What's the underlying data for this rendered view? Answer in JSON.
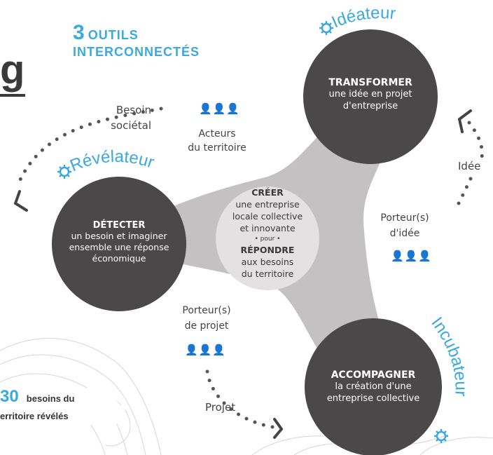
{
  "header": {
    "number": "3",
    "line1": "OUTILS",
    "line2": "INTERCONNECTÉS",
    "left_fragment": "g"
  },
  "roles": {
    "ideateur": "Idéateur",
    "revelateur": "Révélateur",
    "incubateur": "Incubateur"
  },
  "steps": {
    "transformer": {
      "title": "TRANSFORMER",
      "lines": [
        "une idée en projet",
        "d'entreprise"
      ]
    },
    "detecter": {
      "title": "DÉTECTER",
      "lines": [
        "un besoin et imaginer",
        "ensemble une réponse",
        "économique"
      ]
    },
    "accompagner": {
      "title": "ACCOMPAGNER",
      "lines": [
        "la création d'une",
        "entreprise collective"
      ]
    }
  },
  "center": {
    "title1": "CRÉER",
    "lines1": [
      "une entreprise",
      "locale collective",
      "et innovante"
    ],
    "connector": "• pour •",
    "title2": "RÉPONDRE",
    "lines2": [
      "aux besoins",
      "du territoire"
    ]
  },
  "flows": {
    "besoin": [
      "Besoin",
      "sociétal"
    ],
    "idee": "Idée",
    "projet": "Projet"
  },
  "actors": {
    "acteurs": [
      "Acteurs",
      "du territoire"
    ],
    "porteur_idee": [
      "Porteur(s)",
      "d'idée"
    ],
    "porteur_projet": [
      "Porteur(s)",
      "de projet"
    ]
  },
  "stats": {
    "number_fragment": "30",
    "text1": "besoins du",
    "text2": "erritoire révélés"
  },
  "colors": {
    "circle": "#4a4848",
    "center": "#e3e1e1",
    "connector": "#c3c1c1",
    "accent": "#3aa9e0",
    "text": "#444444"
  }
}
